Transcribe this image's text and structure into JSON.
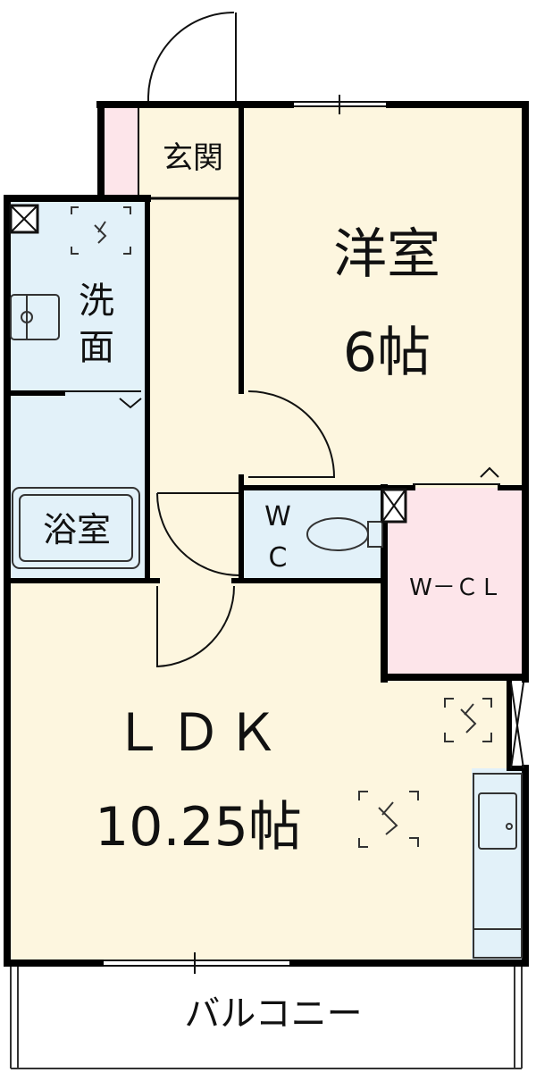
{
  "rooms": {
    "entrance": {
      "label": "玄関"
    },
    "western_room": {
      "label": "洋室",
      "size": "6帖"
    },
    "washroom": {
      "label_line1": "洗",
      "label_line2": "面"
    },
    "bathroom": {
      "label": "浴室"
    },
    "toilet": {
      "label_line1": "W",
      "label_line2": "C"
    },
    "walk_in_closet": {
      "label": "W－ＣＬ"
    },
    "ldk": {
      "label": "ＬＤＫ",
      "size": "10.25帖"
    },
    "balcony": {
      "label": "バルコニー"
    }
  },
  "colors": {
    "wall": "#000000",
    "floor": "#fdf6df",
    "wet_area": "#e2f1f9",
    "closet": "#fde5ea",
    "balcony": "#ffffff"
  }
}
